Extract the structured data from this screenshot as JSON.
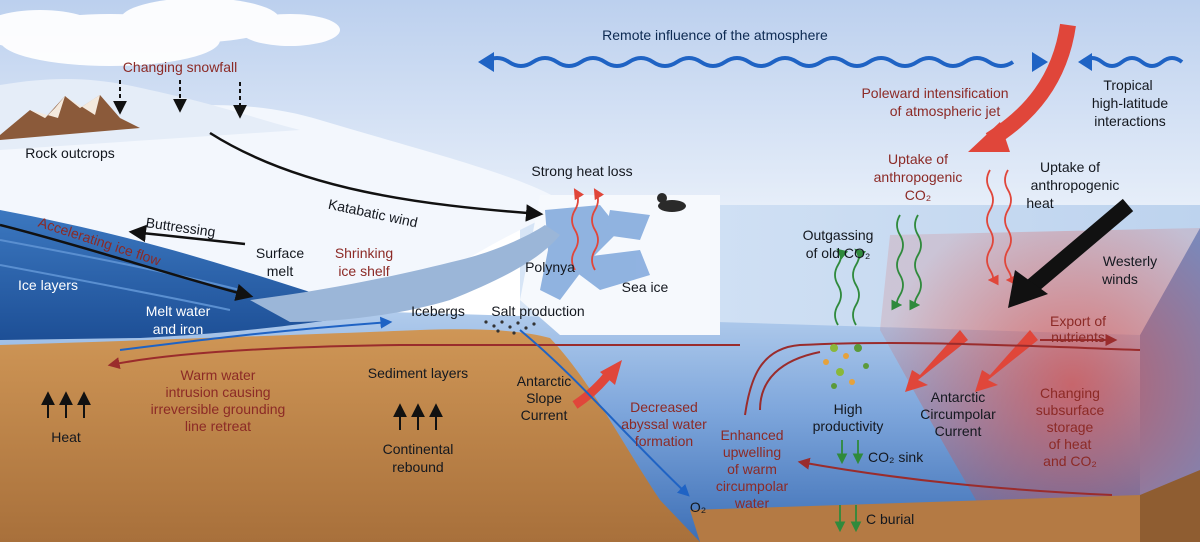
{
  "labels": {
    "changing_snowfall": "Changing snowfall",
    "remote_influence": "Remote influence of the atmosphere",
    "poleward_1": "Poleward intensification",
    "poleward_2": "of atmospheric jet",
    "tropical_1": "Tropical",
    "tropical_2": "high-latitude",
    "tropical_3": "interactions",
    "rock_outcrops": "Rock outcrops",
    "strong_heat_loss": "Strong heat loss",
    "katabatic_wind": "Katabatic wind",
    "uptake_co2_1": "Uptake of",
    "uptake_co2_2": "anthropogenic",
    "uptake_co2_3": "CO₂",
    "uptake_heat_1": "Uptake of",
    "uptake_heat_2": "anthropogenic",
    "uptake_heat_3": "heat",
    "buttressing": "Buttressing",
    "accelerating_ice_flow": "Accelerating ice flow",
    "surface_melt_1": "Surface",
    "surface_melt_2": "melt",
    "shrinking_1": "Shrinking",
    "shrinking_2": "ice shelf",
    "polynya": "Polynya",
    "outgassing_1": "Outgassing",
    "outgassing_2": "of old CO₂",
    "westerly_1": "Westerly",
    "westerly_2": "winds",
    "ice_layers": "Ice layers",
    "sea_ice": "Sea ice",
    "melt_water_1": "Melt water",
    "melt_water_2": "and iron",
    "icebergs": "Icebergs",
    "salt_production": "Salt production",
    "export_1": "Export of",
    "export_2": "nutrients",
    "warm_water_1": "Warm water",
    "warm_water_2": "intrusion causing",
    "warm_water_3": "irreversible grounding",
    "warm_water_4": "line retreat",
    "sediment_layers": "Sediment layers",
    "antarctic_slope_1": "Antarctic",
    "antarctic_slope_2": "Slope",
    "antarctic_slope_3": "Current",
    "decreased_1": "Decreased",
    "decreased_2": "abyssal water",
    "decreased_3": "formation",
    "enhanced_1": "Enhanced",
    "enhanced_2": "upwelling",
    "enhanced_3": "of warm",
    "enhanced_4": "circumpolar",
    "enhanced_5": "water",
    "high_prod_1": "High",
    "high_prod_2": "productivity",
    "acc_1": "Antarctic",
    "acc_2": "Circumpolar",
    "acc_3": "Current",
    "changing_storage_1": "Changing",
    "changing_storage_2": "subsurface",
    "changing_storage_3": "storage",
    "changing_storage_4": "of heat",
    "changing_storage_5": "and CO₂",
    "heat": "Heat",
    "continental_1": "Continental",
    "continental_2": "rebound",
    "co2_sink": "CO₂ sink",
    "o2": "O₂",
    "c_burial": "C burial"
  },
  "colors": {
    "sky_top": "#bfd0ec",
    "sky_bottom": "#e6eef9",
    "ocean_surface": "#a9c6e8",
    "ocean_deep": "#3f73b8",
    "sediment": "#c68a4f",
    "warm_red": "#e0463a",
    "label_red": "#8c2a26",
    "upwelling_red": "#9a2c2c",
    "co2_green": "#2f8a3c",
    "wave_blue": "#1f63c4",
    "dark_arrow": "#111111"
  }
}
